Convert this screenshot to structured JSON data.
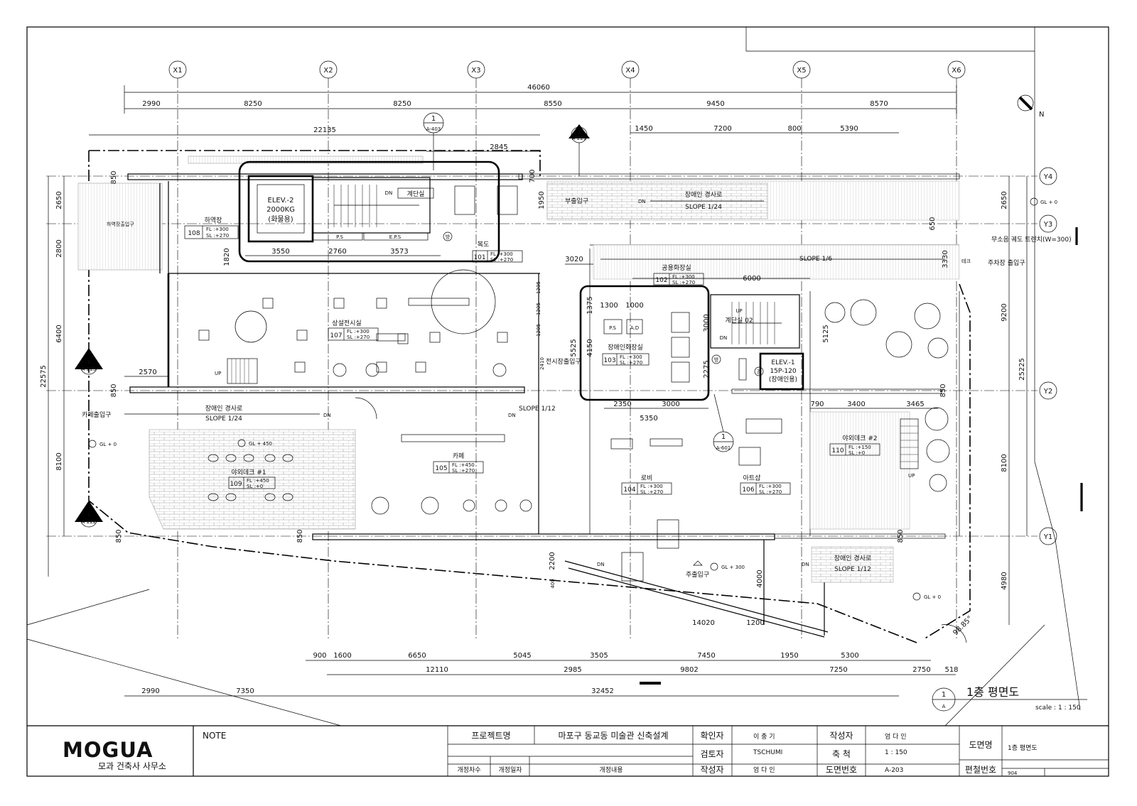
{
  "sheet": {
    "title": "1층 평면도",
    "scale": "scale : 1 : 150",
    "north": "N",
    "angle": "98.85°"
  },
  "grid_labels": {
    "x": [
      "X1",
      "X2",
      "X3",
      "X4",
      "X5",
      "X6"
    ],
    "y": [
      "Y4",
      "Y3",
      "Y2",
      "Y1"
    ]
  },
  "dims": {
    "total_top": "46060",
    "top_row": [
      "2990",
      "8250",
      "8250",
      "8550",
      "9450",
      "8570"
    ],
    "d22135": "22135",
    "d2845": "2845",
    "d1450": "1450",
    "d7200": "7200",
    "d800": "800",
    "d5390": "5390",
    "left": [
      "2650",
      "2800",
      "6400",
      "8100"
    ],
    "left_total": "22575",
    "right": [
      "2650",
      "9200",
      "8100",
      "4980"
    ],
    "right_total": "25225",
    "d850a": "850",
    "d850b": "850",
    "d850c": "850",
    "d850d": "850",
    "d850e": "850",
    "d850f": "850",
    "d700": "700",
    "d1950": "1950",
    "d650": "650",
    "d1820": "1820",
    "d3550": "3550",
    "d2760": "2760",
    "d3573": "3573",
    "d3020": "3020",
    "d3330": "3330",
    "d6000": "6000",
    "d1205a": "1205",
    "d1205b": "1205",
    "d1205c": "1205",
    "d2410": "2410",
    "d1300": "1300",
    "d1000": "1000",
    "d1375": "1375",
    "d5525": "5525",
    "d4150": "4150",
    "d3000v": "3000",
    "d2275": "2275",
    "d5125": "5125",
    "d2350": "2350",
    "d3000h": "3000",
    "d5350": "5350",
    "d790": "790",
    "d3400": "3400",
    "d3465": "3465",
    "d2570": "2570",
    "d2200": "2200",
    "d400": "400",
    "d4000": "4000",
    "d1200": "1200",
    "d14020": "14020",
    "bottom1": [
      "900",
      "1600",
      "6650",
      "5045",
      "3505",
      "7450",
      "1950",
      "5300"
    ],
    "bottom2": [
      "12110",
      "2985",
      "9802",
      "7250",
      "2750",
      "518"
    ],
    "bottom3": [
      "2990",
      "7350",
      "32452"
    ]
  },
  "section_marks": {
    "a403": {
      "num": "1",
      "ref": "A-403"
    },
    "a221": {
      "num": "1",
      "ref": "A-221"
    },
    "a223": {
      "num": "1",
      "ref": "A-223"
    },
    "a222": {
      "num": "1",
      "ref": "A-222"
    },
    "a601": {
      "num": "1",
      "ref": "A-601"
    },
    "title_mark": {
      "num": "1",
      "ref": "A"
    }
  },
  "rooms": [
    {
      "name": "하역장",
      "no": "108",
      "fl": "FL :+300",
      "sl": "SL :+270"
    },
    {
      "name": "복도",
      "no": "101",
      "fl": "FL :+300",
      "sl": "SL :+270"
    },
    {
      "name": "공용화장실",
      "no": "102",
      "fl": "FL :+300",
      "sl": "SL :+270"
    },
    {
      "name": "상설전시실",
      "no": "107",
      "fl": "FL :+300",
      "sl": "SL :+270"
    },
    {
      "name": "장애인화장실",
      "no": "103",
      "fl": "FL :+300",
      "sl": "SL :+270"
    },
    {
      "name": "카페",
      "no": "105",
      "fl": "FL :+450",
      "sl": "SL :+270"
    },
    {
      "name": "로비",
      "no": "104",
      "fl": "FL :+300",
      "sl": "SL :+270"
    },
    {
      "name": "아트샵",
      "no": "106",
      "fl": "FL :+300",
      "sl": "SL :+270"
    },
    {
      "name": "야외데크 #1",
      "no": "109",
      "fl": "FL :+450",
      "sl": "SL :+0"
    },
    {
      "name": "야외데크 #2",
      "no": "110",
      "fl": "FL :+150",
      "sl": "SL :+0"
    }
  ],
  "labels": {
    "elev2": [
      "ELEV.-2",
      "2000KG",
      "(화물용)"
    ],
    "elev1": [
      "ELEV.-1",
      "15P-120",
      "(장애인용)"
    ],
    "stair_top": "계단실",
    "stair2": "계단실 02",
    "ps": "P.S",
    "eps": "E.P.S",
    "ps2": "P.S",
    "ad": "A.D",
    "bang": "방",
    "bang2": "방",
    "gyeong": "경",
    "dn": "DN",
    "up": "UP",
    "sub_entry": "부출입구",
    "ramp_top": "장애인 경사로",
    "slope_top": "SLOPE 1/24",
    "loading_entry": "하역장출입구",
    "slope16": "SLOPE 1/6",
    "track": "무소음 궤도 트렌치(W=300)",
    "tech": "테크",
    "parking_entry": "주차장 출입구",
    "exhibit_entry": "전시장출입구",
    "cafe_entry": "카페출입구",
    "ramp_left": "장애인 경사로",
    "slope_left": "SLOPE 1/24",
    "slope112": "SLOPE 1/12",
    "main_entry": "주출입구",
    "ramp_right": "장애인 경사로",
    "slope_right": "SLOPE 1/12",
    "gl0a": "GL + 0",
    "gl0b": "GL + 0",
    "gl0c": "GL + 0",
    "gl450": "GL + 450",
    "gl300": "GL + 300"
  },
  "title_block": {
    "logo": "MOGUA",
    "firm": "모과 건축사 사무소",
    "note": "NOTE",
    "project_label": "프로젝트명",
    "project_name": "마포구 동교동 미술관 신축설계",
    "rev_no": "개정차수",
    "rev_date": "개정일자",
    "rev_content": "개정내용",
    "confirm_label": "확인자",
    "confirm_name": "이 충 기",
    "review_label": "검토자",
    "review_name": "TSCHUMI",
    "drafter_label": "작성자",
    "drafter_name": "엄 다 인",
    "author_label": "작성자",
    "author_name": "엄 다 인",
    "scale_label": "축 척",
    "scale_value": "1 : 150",
    "dwgno_label": "도면번호",
    "dwgno_value": "A-203",
    "dwgname_label": "도면명",
    "dwgname_value": "1층 평면도",
    "binder_label": "편철번호",
    "binder_value": "904"
  }
}
